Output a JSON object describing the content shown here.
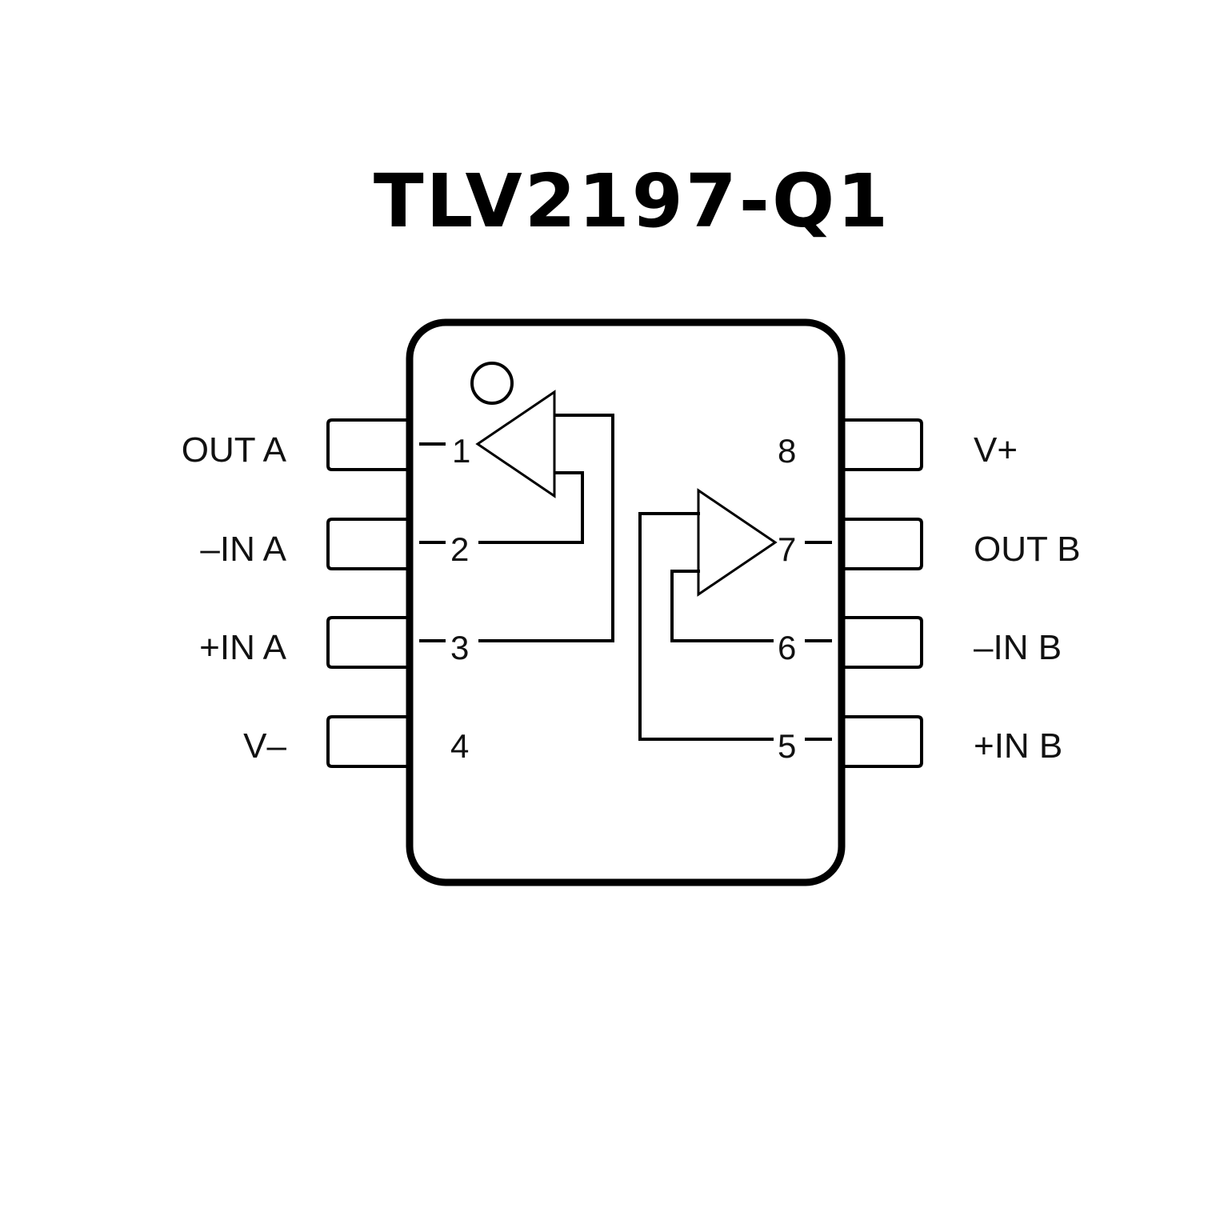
{
  "title": "TLV2197-Q1",
  "package": {
    "left_pins": [
      {
        "number": "1",
        "label": "OUT A"
      },
      {
        "number": "2",
        "label": "–IN A"
      },
      {
        "number": "3",
        "label": "+IN A"
      },
      {
        "number": "4",
        "label": "V–"
      }
    ],
    "right_pins": [
      {
        "number": "8",
        "label": "V+"
      },
      {
        "number": "7",
        "label": "OUT B"
      },
      {
        "number": "6",
        "label": "–IN B"
      },
      {
        "number": "5",
        "label": "+IN B"
      }
    ],
    "pin1_marker": "circle-icon",
    "amplifiers": [
      "op-amp-a",
      "op-amp-b"
    ]
  }
}
